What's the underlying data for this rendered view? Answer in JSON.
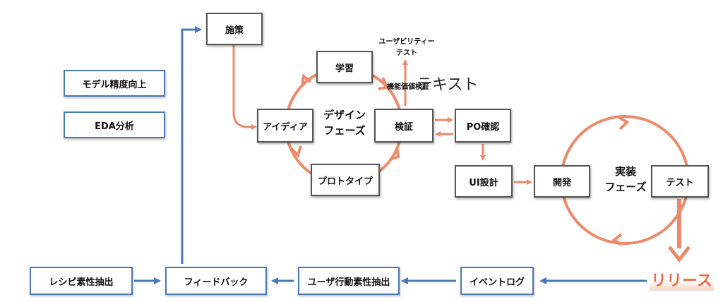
{
  "colors": {
    "orange": "#ec8a6b",
    "blue": "#4a78b5",
    "dark_border": "#555555",
    "release": "#ec6b47"
  },
  "nodes": {
    "shisaku": "施策",
    "model_accuracy": "モデル精度向上",
    "eda": "EDA分析",
    "gakushu": "学習",
    "idea": "アイディア",
    "kensho": "検証",
    "prototype": "プロトタイプ",
    "po_check": "PO確認",
    "ui_design": "UI設計",
    "kaihatsu": "開発",
    "test": "テスト",
    "recipe_extract": "レシピ素性抽出",
    "feedback": "フィードバック",
    "user_extract": "ユーザ行動素性抽出",
    "event_log": "イベントログ"
  },
  "labels": {
    "design_phase_1": "デザイン",
    "design_phase_2": "フェーズ",
    "impl_phase_1": "実装",
    "impl_phase_2": "フェーズ",
    "usability_1": "ユーザビリティー",
    "usability_2": "テスト",
    "function_value": "機能価値検証",
    "text": "テキスト",
    "release": "リリース"
  }
}
